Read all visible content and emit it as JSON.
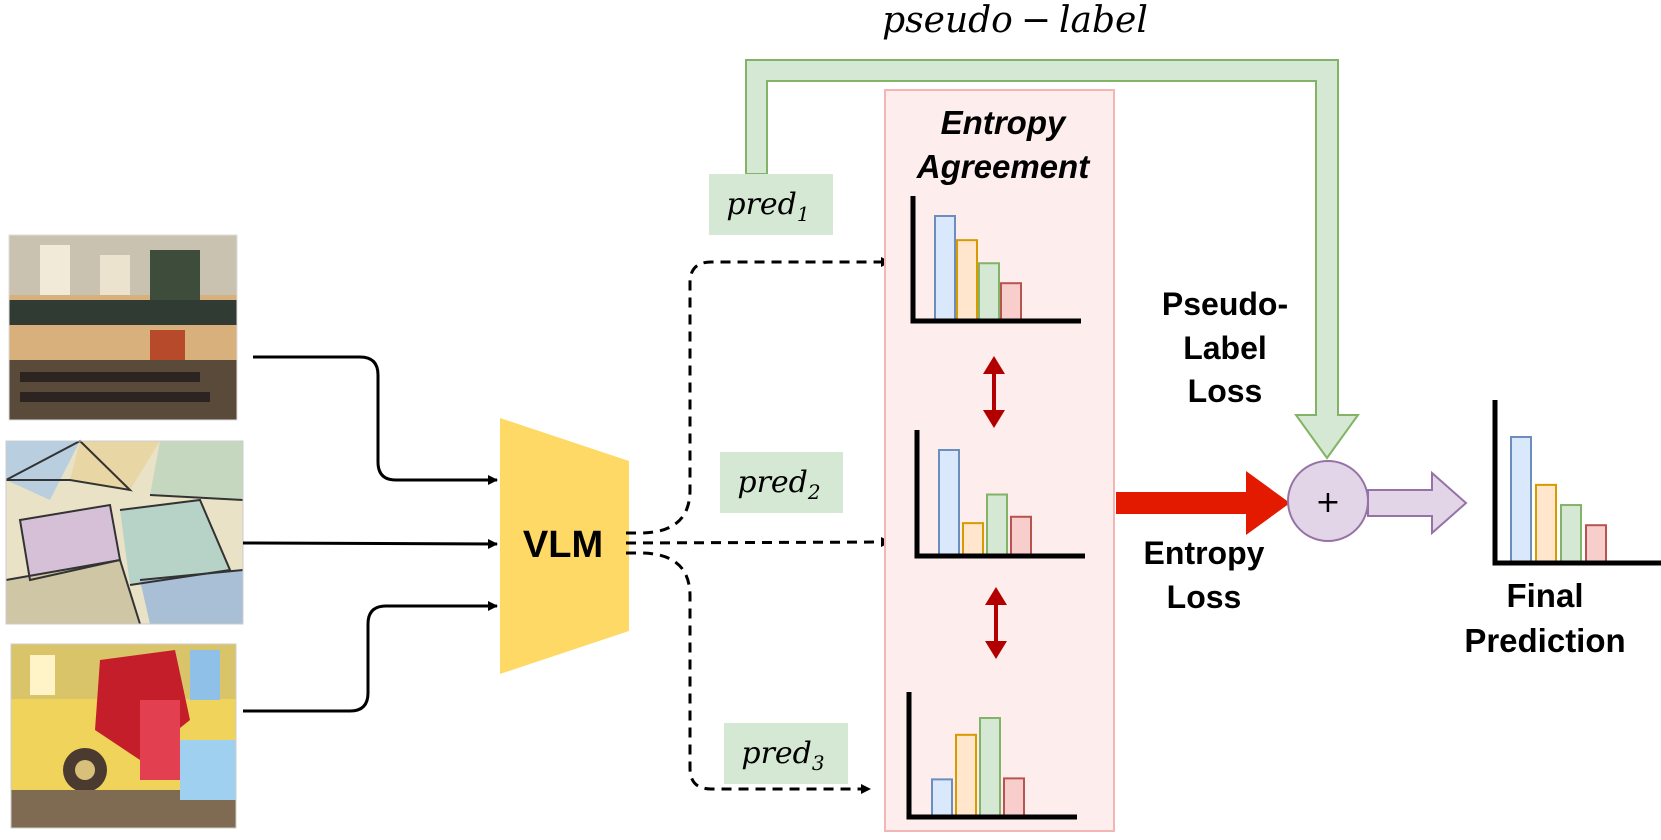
{
  "top_label": {
    "base": "pseudo",
    "op": "−",
    "tail": "label"
  },
  "model_label": "VLM",
  "preds": [
    {
      "base": "pred",
      "sub": "1"
    },
    {
      "base": "pred",
      "sub": "2"
    },
    {
      "base": "pred",
      "sub": "3"
    }
  ],
  "agreement_title": [
    "Entropy",
    "Agreement"
  ],
  "pseudo_label_loss": [
    "Pseudo-",
    "Label",
    "Loss"
  ],
  "entropy_loss": [
    "Entropy",
    "Loss"
  ],
  "sum_symbol": "+",
  "final_prediction": [
    "Final",
    "Prediction"
  ],
  "images": [
    {
      "name": "church-interior-photo",
      "style": "photo"
    },
    {
      "name": "church-interior-stained-glass",
      "style": "stained-glass"
    },
    {
      "name": "church-interior-painterly",
      "style": "painterly"
    }
  ],
  "colors": {
    "vlm": "#FFD966",
    "pseudo_arrow_fill": "#D5E8D4",
    "pseudo_arrow_stroke": "#82B366",
    "entropy_arrow": "#E31A00",
    "double_arrow": "#B20000",
    "agreement_fill": "#FDEDEC",
    "agreement_stroke": "#F4B6B4",
    "pred_box": "#D5E8D4",
    "sum_fill": "#E1D5E7",
    "sum_stroke": "#9673A6",
    "bars": [
      "#DAE8FC",
      "#FFE6CC",
      "#D5E8D4",
      "#F8CECC"
    ],
    "bar_strokes": [
      "#6C8EBF",
      "#D79B00",
      "#82B366",
      "#B85450"
    ]
  },
  "distributions": {
    "pred1": [
      1.0,
      0.77,
      0.55,
      0.36
    ],
    "pred2": [
      1.0,
      0.31,
      0.58,
      0.37
    ],
    "pred3": [
      0.38,
      0.83,
      1.0,
      0.39
    ],
    "final": [
      1.0,
      0.62,
      0.46,
      0.3
    ]
  }
}
